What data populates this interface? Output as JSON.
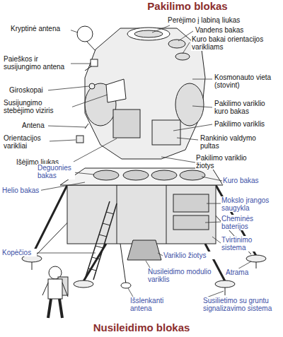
{
  "diagram": {
    "labels": [
      "Kryptinė antena",
      "Perėjimo į labiną liukas",
      "Vandens bakas",
      "Kuro bakai orientacijos varikliams",
      "Paieškos ir susijungimo antena",
      "Kosmonauto vieta (stovint)",
      "Giroskopai",
      "Susijungimo stebėjimo viziris",
      "Pakilimo variklio kuro bakas",
      "Antena",
      "Pakilimo variklis",
      "Orientacijos varikliai",
      "Rankinio valdymo pultas",
      "Išėjimo liukas",
      "Pakilimo variklio žiotys",
      "Deguonies bakas",
      "Kuro bakas",
      "Helio bakas",
      "Mokslo įrangos saugykla",
      "Cheminės baterijos",
      "Tvirtinimo sistema",
      "Kopėčios",
      "Atrama",
      "Variklio žiotys",
      "Nusileidimo modulio variklis",
      "Išslenkanti antena",
      "Susilietimo su gruntu signalizavimo sistema",
      "Pakilimo blokas",
      "Nusileidimo blokas"
    ]
  }
}
